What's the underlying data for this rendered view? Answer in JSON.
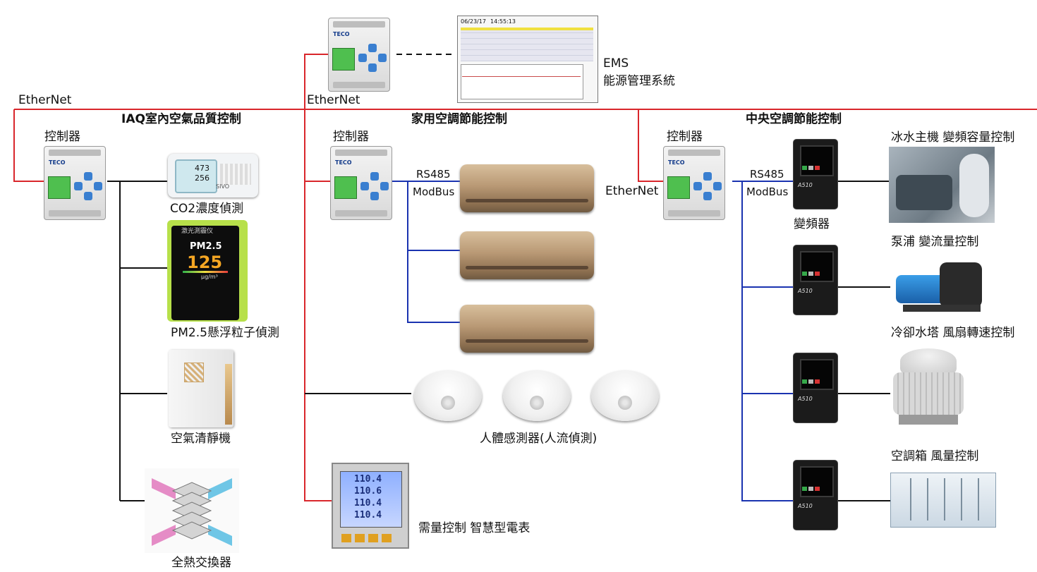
{
  "ethernet_labels": [
    "EtherNet",
    "EtherNet",
    "EtherNet"
  ],
  "sections": {
    "iaq": "IAQ室內空氣品質控制",
    "home_ac": "家用空調節能控制",
    "central_ac": "中央空調節能控制"
  },
  "controller_label": "控制器",
  "ems": {
    "title": "EMS",
    "subtitle": "能源管理系統",
    "screen": {
      "date": "06/23/17",
      "time": "14:55:13"
    }
  },
  "iaq_devices": [
    "CO2濃度偵測",
    "PM2.5懸浮粒子偵測",
    "空氣清靜機",
    "全熱交換器"
  ],
  "co2_display": {
    "value1": "473",
    "value2": "256",
    "brand": "SIVO"
  },
  "pm_display": {
    "header": "激光測霾仪",
    "label": "PM2.5",
    "value": "125",
    "unit": "μg/m³"
  },
  "rs485": [
    "RS485",
    "RS485"
  ],
  "modbus": [
    "ModBus",
    "ModBus"
  ],
  "pir_label": "人體感測器(人流偵測)",
  "meter": {
    "label": "需量控制  智慧型電表",
    "readings": [
      "110.4",
      "110.6",
      "110.4",
      "110.4"
    ]
  },
  "vfd_label": "變頻器",
  "vfd_model": "A510",
  "central_devices": [
    "冰水主機 變頻容量控制",
    "泵浦 變流量控制",
    "冷卻水塔 風扇轉速控制",
    "空調箱 風量控制"
  ],
  "colors": {
    "ethernet": "#d9262b",
    "modbus": "#1a33b0",
    "io": "#111111"
  }
}
